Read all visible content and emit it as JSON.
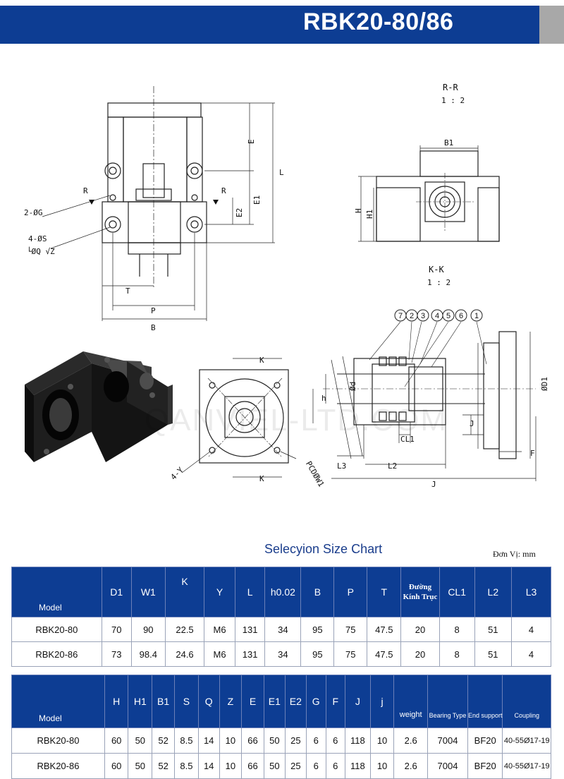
{
  "header": {
    "title": "RBK20-80/86"
  },
  "drawing": {
    "section_rr": {
      "title": "R-R",
      "scale": "1 : 2"
    },
    "section_kk": {
      "title": "K-K",
      "scale": "1 : 2"
    },
    "labels": {
      "E": "E",
      "L": "L",
      "E1": "E1",
      "E2": "E2",
      "R1": "R",
      "R2": "R",
      "G": "2-ØG",
      "S": "4-ØS",
      "QZ": "└ØQ √Z",
      "T": "T",
      "P": "P",
      "B": "B",
      "B1": "B1",
      "H": "H",
      "H1": "H1",
      "K1": "K",
      "K2": "K",
      "Y": "4-Y",
      "PCD": "PCDØW1",
      "d": "Ød",
      "h": "h",
      "D1": "ØD1",
      "CL1": "CL1",
      "L2": "L2",
      "L3": "L3",
      "J1": "J",
      "J2": "J",
      "F": "F"
    },
    "balloons": [
      "7",
      "2",
      "3",
      "4",
      "5",
      "6",
      "1"
    ],
    "watermark": "QANVIEL-LTD.COM"
  },
  "chart_title": "Selecyion Size Chart",
  "unit_label": "Đơn Vị: mm",
  "table1": {
    "headers": [
      "Model",
      "D1",
      "W1",
      "K",
      "Y",
      "L",
      "h0.02",
      "B",
      "P",
      "T",
      "Đường Kính Trục",
      "CL1",
      "L2",
      "L3"
    ],
    "rows": [
      [
        "RBK20-80",
        "70",
        "90",
        "22.5",
        "M6",
        "131",
        "34",
        "95",
        "75",
        "47.5",
        "20",
        "8",
        "51",
        "4"
      ],
      [
        "RBK20-86",
        "73",
        "98.4",
        "24.6",
        "M6",
        "131",
        "34",
        "95",
        "75",
        "47.5",
        "20",
        "8",
        "51",
        "4"
      ]
    ]
  },
  "table2": {
    "headers": [
      "Model",
      "H",
      "H1",
      "B1",
      "S",
      "Q",
      "Z",
      "E",
      "E1",
      "E2",
      "G",
      "F",
      "J",
      "j",
      "weight",
      "Bearing Type",
      "End support",
      "Coupling"
    ],
    "rows": [
      [
        "RBK20-80",
        "60",
        "50",
        "52",
        "8.5",
        "14",
        "10",
        "66",
        "50",
        "25",
        "6",
        "6",
        "118",
        "10",
        "2.6",
        "7004",
        "BF20",
        "40-55Ø17-19"
      ],
      [
        "RBK20-86",
        "60",
        "50",
        "52",
        "8.5",
        "14",
        "10",
        "66",
        "50",
        "25",
        "6",
        "6",
        "118",
        "10",
        "2.6",
        "7004",
        "BF20",
        "40-55Ø17-19"
      ]
    ]
  }
}
